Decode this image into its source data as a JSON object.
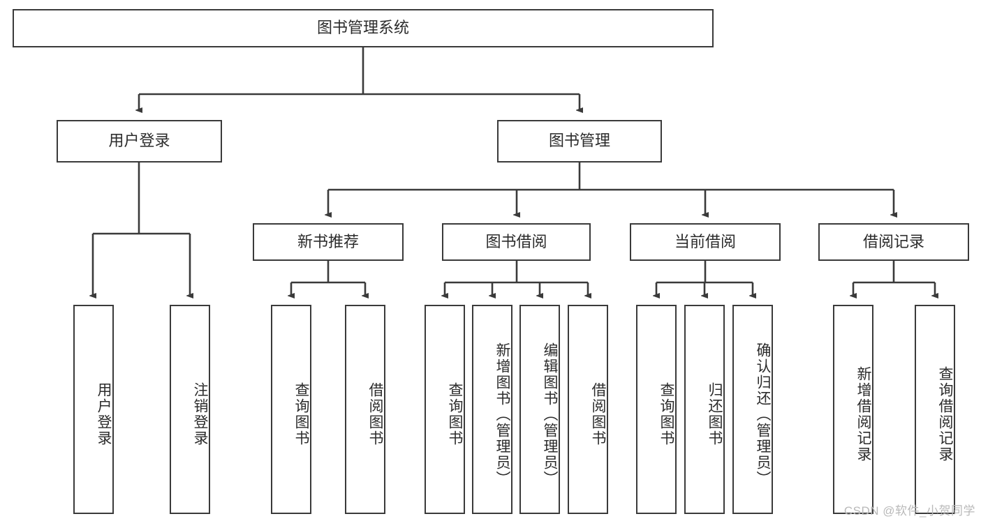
{
  "diagram": {
    "type": "tree",
    "title": "图书管理系统",
    "root": {
      "label": "图书管理系统"
    },
    "level1": [
      {
        "label": "用户登录"
      },
      {
        "label": "图书管理"
      }
    ],
    "level2": [
      {
        "label": "新书推荐"
      },
      {
        "label": "图书借阅"
      },
      {
        "label": "当前借阅"
      },
      {
        "label": "借阅记录"
      }
    ],
    "leaves": {
      "user_login": [
        {
          "label": "用户登录"
        },
        {
          "label": "注销登录"
        }
      ],
      "new_book_recommend": [
        {
          "label": "查询图书"
        },
        {
          "label": "借阅图书"
        }
      ],
      "book_borrow": [
        {
          "label": "查询图书"
        },
        {
          "label": "新增图书（管理员）"
        },
        {
          "label": "编辑图书（管理员）"
        },
        {
          "label": "借阅图书"
        }
      ],
      "current_borrow": [
        {
          "label": "查询图书"
        },
        {
          "label": "归还图书"
        },
        {
          "label": "确认归还（管理员）"
        }
      ],
      "borrow_record": [
        {
          "label": "新增借阅记录"
        },
        {
          "label": "查询借阅记录"
        }
      ]
    }
  },
  "watermark": {
    "text": "CSDN @软件_小贺同学"
  },
  "colors": {
    "box_border": "#3a3a3a",
    "box_fill": "#ffffff",
    "edge": "#3a3a3a",
    "text": "#2b2b2b",
    "watermark": "#b9b9b9"
  }
}
